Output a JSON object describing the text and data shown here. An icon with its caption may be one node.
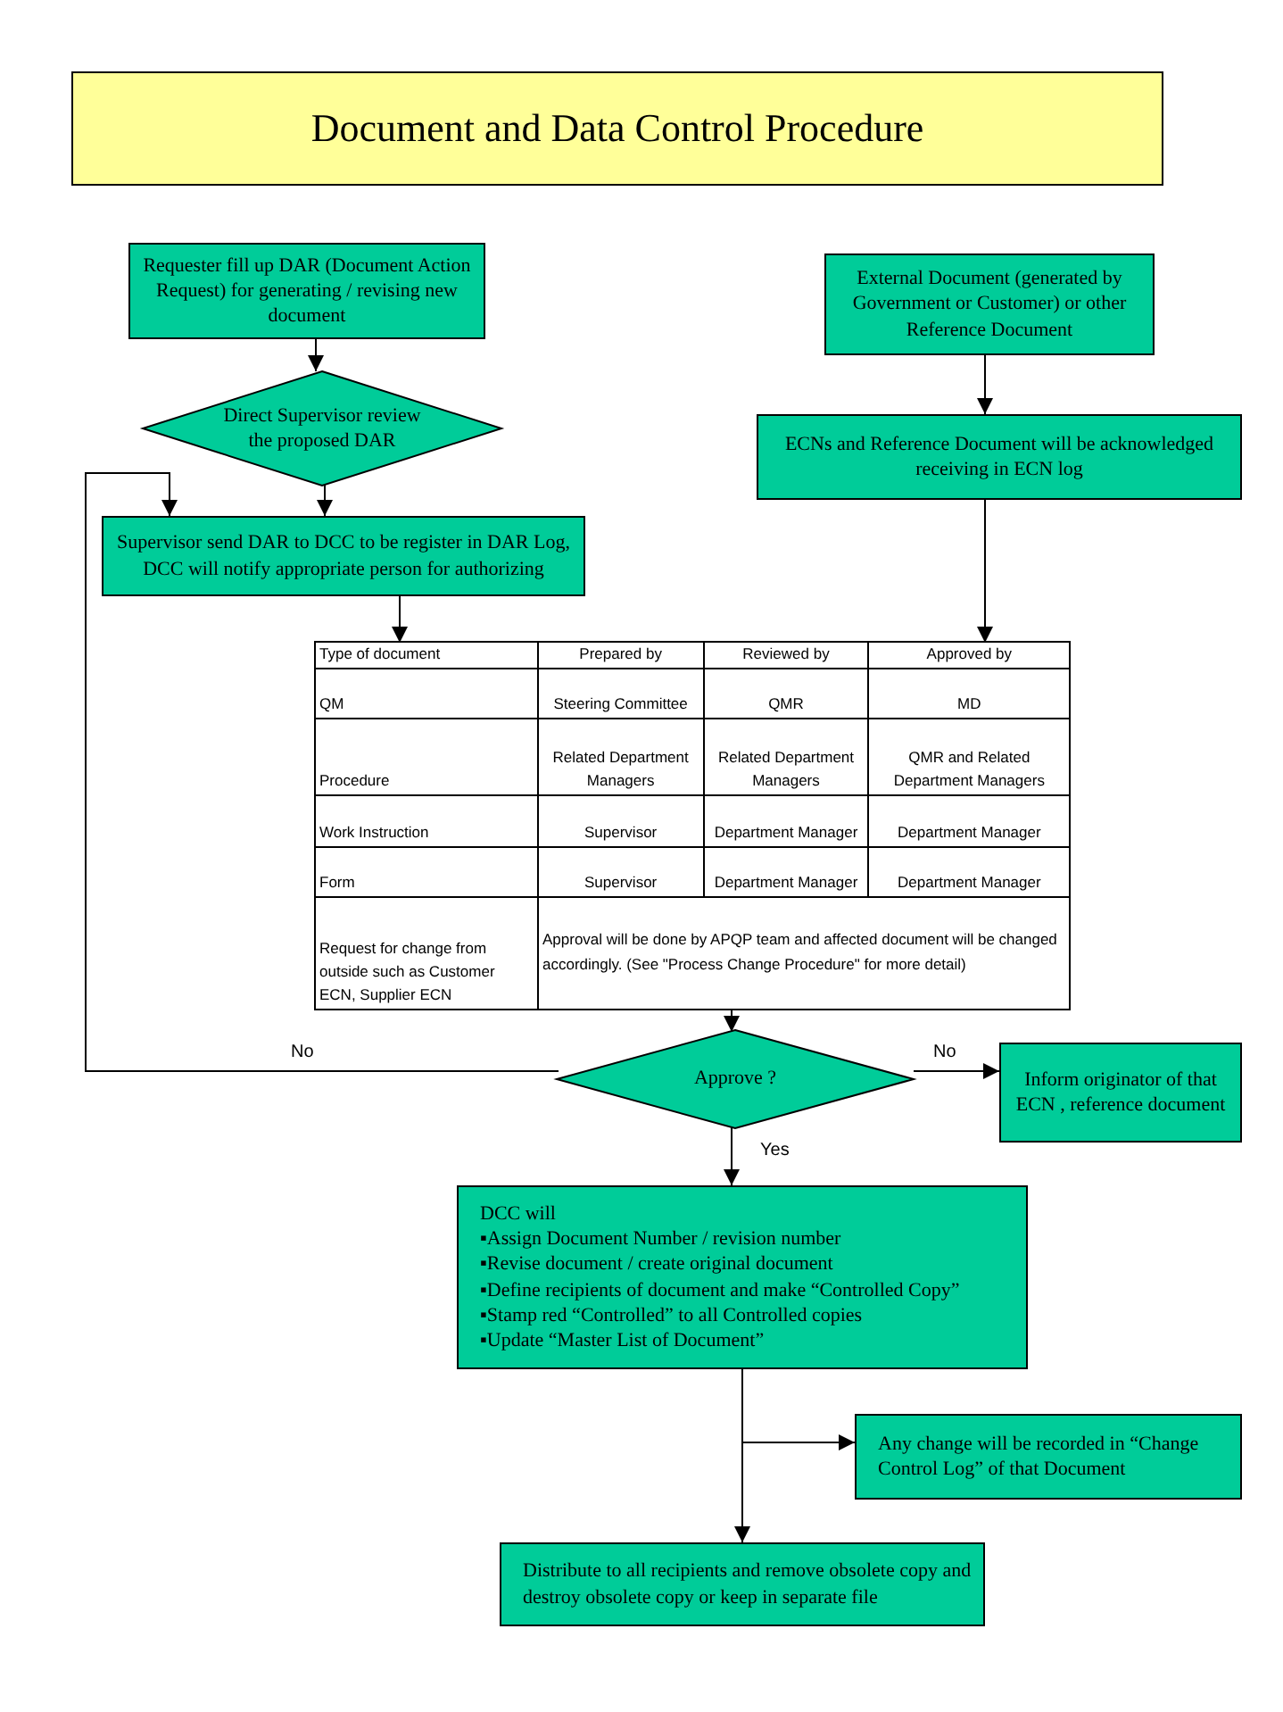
{
  "diagram": {
    "title": "Document and Data Control Procedure",
    "nodes": [
      {
        "text": [
          "Requester fill up DAR (Document Action Request) for generating / revising new document"
        ]
      },
      {
        "text": [
          "Direct Supervisor review the proposed DAR"
        ]
      },
      {
        "text": [
          "External Document (generated by Government or Customer) or other Reference Document"
        ]
      },
      {
        "text": [
          "ECNs and Reference Document will be acknowledged receiving in ECN log"
        ]
      },
      {
        "text": [
          "Supervisor send DAR to DCC to be register in DAR Log, DCC will notify appropriate person for authorizing"
        ]
      },
      {
        "text": [],
        "shape": "table"
      },
      {
        "text": [
          "Approve ?"
        ]
      },
      {
        "text": [
          "Inform originator of that ECN , reference document"
        ]
      },
      {
        "text": [
          "DCC will",
          "▪Assign Document Number / revision number",
          "▪Revise document / create original document",
          "▪Define recipients of document and  make “Controlled Copy”",
          "▪Stamp  red “Controlled”  to all Controlled copies",
          "▪Update “Master List of Document”"
        ]
      },
      {
        "text": [
          "Any change will be recorded in “Change Control Log” of that Document"
        ]
      },
      {
        "text": [
          "Distribute to all recipients and remove obsolete copy and destroy obsolete copy or keep in separate file"
        ]
      }
    ],
    "edges": [
      {
        "from": 0,
        "to": 1,
        "arrow": "to"
      },
      {
        "from": 1,
        "to": 4,
        "arrow": "to"
      },
      {
        "from": 2,
        "to": 3,
        "arrow": "to"
      },
      {
        "from": 3,
        "to": 5,
        "arrow": "to"
      },
      {
        "from": 4,
        "to": 5,
        "arrow": "to"
      },
      {
        "from": 5,
        "to": 6,
        "arrow": "to"
      },
      {
        "from": 6,
        "to": 4,
        "arrow": "to",
        "label": "No"
      },
      {
        "from": 6,
        "to": 7,
        "arrow": "to",
        "label": "No"
      },
      {
        "from": 6,
        "to": 8,
        "arrow": "to",
        "label": "Yes"
      },
      {
        "from": 8,
        "to": 9,
        "arrow": "to"
      },
      {
        "from": 8,
        "to": 10,
        "arrow": "to"
      }
    ],
    "labels": [
      "Type of document",
      "Prepared by",
      "Reviewed by",
      "Approved by",
      "QM",
      "Steering Committee",
      "QMR",
      "MD",
      "Procedure",
      "Related Department Managers",
      "Related Department Managers",
      "QMR and Related Department Managers",
      "Work Instruction",
      "Supervisor",
      "Department Manager",
      "Department Manager",
      "Form",
      "Supervisor",
      "Department Manager",
      "Department Manager",
      "Request for change from outside such as Customer ECN, Supplier ECN",
      "Approval will be done by APQP team and affected document will be changed accordingly. (See \"Process Change Procedure\" for more detail)"
    ]
  }
}
